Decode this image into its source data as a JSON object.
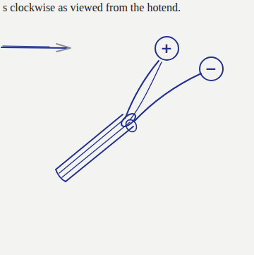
{
  "diagram": {
    "nodes": [
      {
        "text": [
          "+"
        ]
      },
      {
        "text": [
          "−"
        ]
      }
    ],
    "labels": [
      "s clockwise as viewed from the hotend."
    ]
  }
}
